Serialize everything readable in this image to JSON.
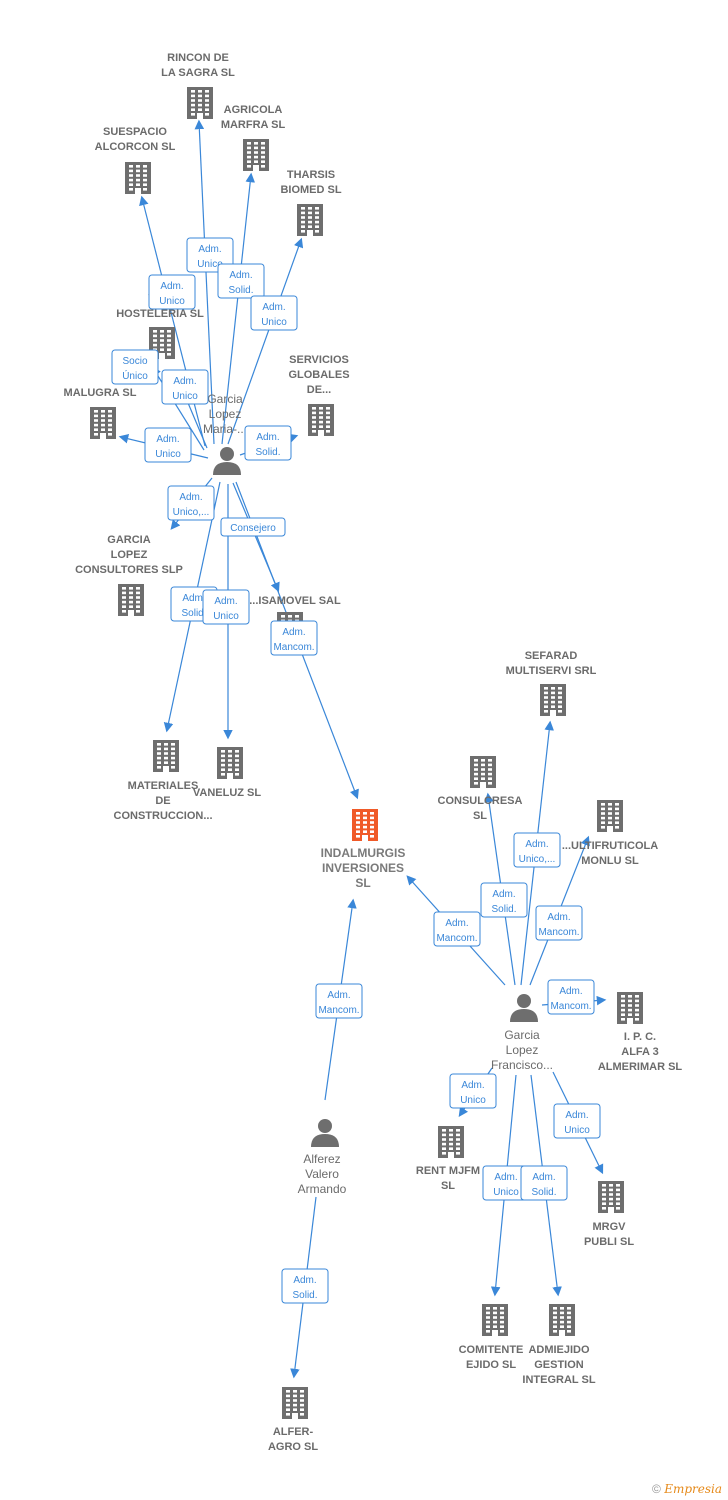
{
  "colors": {
    "company": "#6e6e6e",
    "center_company": "#f05a28",
    "person": "#6e6e6e",
    "edge": "#3a87d8"
  },
  "center": {
    "label": [
      "INDALMURGIS",
      "INVERSIONES",
      "SL"
    ]
  },
  "companies": [
    {
      "id": "rincon",
      "label": [
        "RINCON DE",
        "LA SAGRA  SL"
      ]
    },
    {
      "id": "agricola",
      "label": [
        "AGRICOLA",
        "MARFRA  SL"
      ]
    },
    {
      "id": "suespacio",
      "label": [
        "SUESPACIO",
        "ALCORCON  SL"
      ]
    },
    {
      "id": "tharsis",
      "label": [
        "THARSIS",
        "BIOMED SL"
      ]
    },
    {
      "id": "vahost",
      "label": [
        "VA...",
        "HOSTELERIA SL"
      ]
    },
    {
      "id": "servicios",
      "label": [
        "SERVICIOS",
        "GLOBALES",
        "DE..."
      ]
    },
    {
      "id": "malugra",
      "label": [
        "MALUGRA SL"
      ]
    },
    {
      "id": "garcialopez",
      "label": [
        "GARCIA",
        "LOPEZ",
        "CONSULTORES SLP"
      ]
    },
    {
      "id": "isamovel",
      "label": [
        "...ISAMOVEL SAL"
      ]
    },
    {
      "id": "materiales",
      "label": [
        "MATERIALES",
        "DE",
        "CONSTRUCCION..."
      ]
    },
    {
      "id": "vaneluz",
      "label": [
        "VANELUZ  SL"
      ]
    },
    {
      "id": "sefarad",
      "label": [
        "SEFARAD",
        "MULTISERVI SRL"
      ]
    },
    {
      "id": "consulcresa",
      "label": [
        "CONSULCRESA",
        "SL"
      ]
    },
    {
      "id": "multifruticola",
      "label": [
        "...ULTIFRUTICOLA",
        "MONLU SL"
      ]
    },
    {
      "id": "ipc",
      "label": [
        "I.  P.  C.",
        "ALFA 3",
        "ALMERIMAR SL"
      ]
    },
    {
      "id": "rentmjfm",
      "label": [
        "RENT MJFM",
        "SL"
      ]
    },
    {
      "id": "mrgv",
      "label": [
        "MRGV",
        "PUBLI  SL"
      ]
    },
    {
      "id": "comitente",
      "label": [
        "COMITENTE",
        "EJIDO  SL"
      ]
    },
    {
      "id": "admiejido",
      "label": [
        "ADMIEJIDO",
        "GESTION",
        "INTEGRAL  SL"
      ]
    },
    {
      "id": "alfer",
      "label": [
        "ALFER-",
        "AGRO  SL"
      ]
    }
  ],
  "persons": [
    {
      "id": "maria",
      "label": [
        "Garcia",
        "Lopez",
        "Maria-..."
      ]
    },
    {
      "id": "francisco",
      "label": [
        "Garcia",
        "Lopez",
        "Francisco..."
      ]
    },
    {
      "id": "alferez",
      "label": [
        "Alferez",
        "Valero",
        "Armando"
      ]
    }
  ],
  "edges": [
    {
      "from": "maria",
      "to": "rincon",
      "label": [
        "Adm.",
        "Unico"
      ]
    },
    {
      "from": "maria",
      "to": "agricola",
      "label": [
        "Adm.",
        "Solid."
      ]
    },
    {
      "from": "maria",
      "to": "suespacio",
      "label": [
        "Adm.",
        "Unico"
      ]
    },
    {
      "from": "maria",
      "to": "tharsis",
      "label": [
        "Adm.",
        "Unico"
      ]
    },
    {
      "from": "maria",
      "to": "vahost",
      "label": [
        "Socio",
        "Único"
      ]
    },
    {
      "from": "maria",
      "to": "vahost2",
      "label": [
        "Adm.",
        "Unico"
      ]
    },
    {
      "from": "maria",
      "to": "servicios",
      "label": [
        "Adm.",
        "Solid."
      ]
    },
    {
      "from": "maria",
      "to": "malugra",
      "label": [
        "Adm.",
        "Unico"
      ]
    },
    {
      "from": "maria",
      "to": "garcialopez",
      "label": [
        "Adm.",
        "Unico,..."
      ]
    },
    {
      "from": "maria",
      "to": "isamovel",
      "label": [
        "Consejero"
      ]
    },
    {
      "from": "maria",
      "to": "materiales",
      "label": [
        "Adm.",
        "Solid."
      ]
    },
    {
      "from": "maria",
      "to": "vaneluz",
      "label": [
        "Adm.",
        "Unico"
      ]
    },
    {
      "from": "maria",
      "to": "center",
      "label": [
        "Adm.",
        "Mancom."
      ]
    },
    {
      "from": "francisco",
      "to": "sefarad",
      "label": [
        "Adm.",
        "Unico,..."
      ]
    },
    {
      "from": "francisco",
      "to": "consulcresa",
      "label": [
        "Adm.",
        "Solid."
      ]
    },
    {
      "from": "francisco",
      "to": "multifruticola",
      "label": [
        "Adm.",
        "Mancom."
      ]
    },
    {
      "from": "francisco",
      "to": "center",
      "label": [
        "Adm.",
        "Mancom."
      ]
    },
    {
      "from": "francisco",
      "to": "ipc",
      "label": [
        "Adm.",
        "Mancom."
      ]
    },
    {
      "from": "francisco",
      "to": "rentmjfm",
      "label": [
        "Adm.",
        "Unico"
      ]
    },
    {
      "from": "francisco",
      "to": "mrgv",
      "label": [
        "Adm.",
        "Unico"
      ]
    },
    {
      "from": "francisco",
      "to": "comitente",
      "label": [
        "Adm.",
        "Unico"
      ]
    },
    {
      "from": "francisco",
      "to": "admiejido",
      "label": [
        "Adm.",
        "Solid."
      ]
    },
    {
      "from": "alferez",
      "to": "center",
      "label": [
        "Adm.",
        "Mancom."
      ]
    },
    {
      "from": "alferez",
      "to": "alfer",
      "label": [
        "Adm.",
        "Solid."
      ]
    }
  ],
  "footer": {
    "copyright": "©",
    "brand": "Empresia"
  }
}
